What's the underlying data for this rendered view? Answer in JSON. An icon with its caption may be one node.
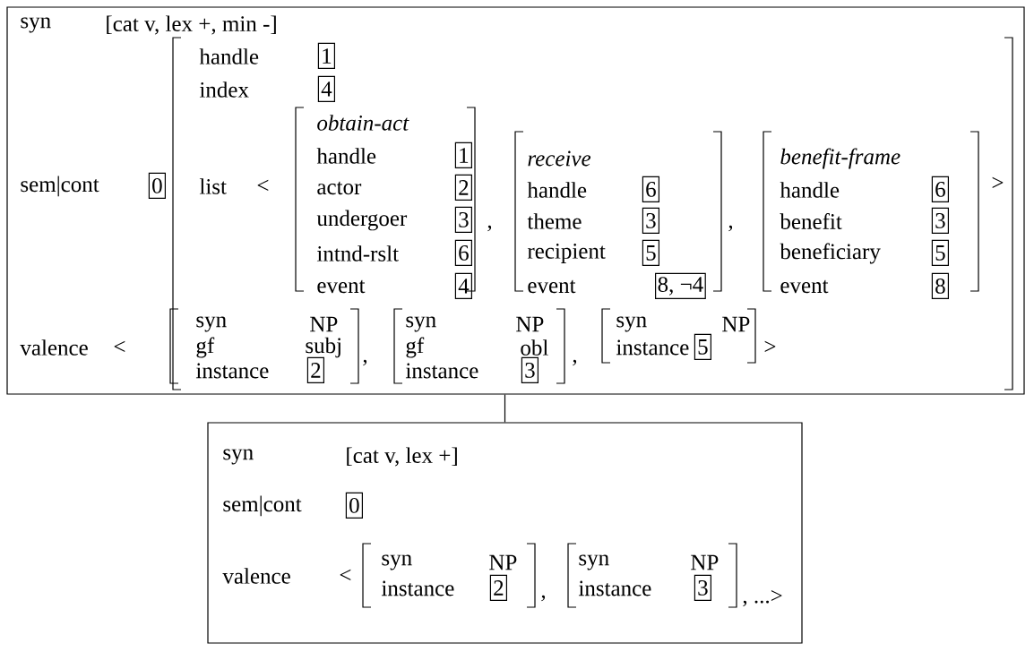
{
  "diagram": {
    "nodes": [
      {
        "text": [
          "syn",
          "[cat v, lex +, min -]",
          "sem|cont",
          "handle",
          "index",
          "list",
          "<",
          "obtain-act",
          "handle",
          "actor",
          "undergoer",
          "intnd-rslt",
          "event",
          ",",
          "receive",
          "handle",
          "theme",
          "recipient",
          "event",
          ",",
          "benefit-frame",
          "handle",
          "benefit",
          "beneficiary",
          "event",
          ">",
          "valence",
          "<",
          "syn",
          "NP",
          "gf",
          "subj",
          "instance",
          ",",
          "syn",
          "NP",
          "gf",
          "obl",
          "instance",
          ",",
          "syn",
          "NP",
          "instance",
          ">"
        ]
      },
      {
        "text": [
          "0"
        ],
        "in": 0
      },
      {
        "text": [
          "1"
        ],
        "in": 0
      },
      {
        "text": [
          "4"
        ],
        "in": 0
      },
      {
        "text": [
          "1"
        ],
        "in": 0
      },
      {
        "text": [
          "2"
        ],
        "in": 0
      },
      {
        "text": [
          "3"
        ],
        "in": 0
      },
      {
        "text": [
          "6"
        ],
        "in": 0
      },
      {
        "text": [
          "4"
        ],
        "in": 0
      },
      {
        "text": [
          "6"
        ],
        "in": 0
      },
      {
        "text": [
          "3"
        ],
        "in": 0
      },
      {
        "text": [
          "5"
        ],
        "in": 0
      },
      {
        "text": [
          "8, ¬4"
        ],
        "in": 0
      },
      {
        "text": [
          "6"
        ],
        "in": 0
      },
      {
        "text": [
          "3"
        ],
        "in": 0
      },
      {
        "text": [
          "5"
        ],
        "in": 0
      },
      {
        "text": [
          "8"
        ],
        "in": 0
      },
      {
        "text": [
          "2"
        ],
        "in": 0
      },
      {
        "text": [
          "3"
        ],
        "in": 0
      },
      {
        "text": [
          "5"
        ],
        "in": 0
      },
      {
        "text": [
          "syn",
          "[cat v, lex +]",
          "sem|cont",
          "valence",
          "<",
          "syn",
          "NP",
          "instance",
          ",",
          "syn",
          "NP",
          "instance",
          ", ...>"
        ]
      },
      {
        "text": [
          "0"
        ],
        "in": 20
      },
      {
        "text": [
          "2"
        ],
        "in": 20
      },
      {
        "text": [
          "3"
        ],
        "in": 20
      }
    ],
    "edges": [
      {
        "from": 0,
        "to": 20,
        "arrow": "none"
      }
    ]
  }
}
